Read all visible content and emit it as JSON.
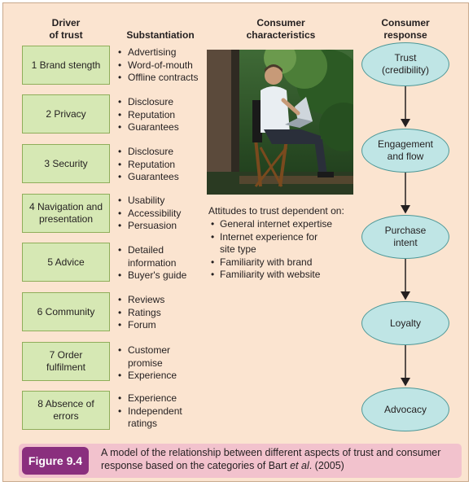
{
  "headers": {
    "driver": "Driver\nof trust",
    "substantiation": "Substantiation",
    "consumer": "Consumer\ncharacteristics",
    "response": "Consumer\nresponse"
  },
  "drivers": [
    {
      "label": "1 Brand stength",
      "items": [
        "Advertising",
        "Word-of-mouth",
        "Offline contracts"
      ]
    },
    {
      "label": "2 Privacy",
      "items": [
        "Disclosure",
        "Reputation",
        "Guarantees"
      ]
    },
    {
      "label": "3 Security",
      "items": [
        "Disclosure",
        "Reputation",
        "Guarantees"
      ]
    },
    {
      "label": "4 Navigation and\npresentation",
      "items": [
        "Usability",
        "Accessibility",
        "Persuasion"
      ]
    },
    {
      "label": "5 Advice",
      "items": [
        "Detailed\ninformation",
        "Buyer's guide"
      ]
    },
    {
      "label": "6 Community",
      "items": [
        "Reviews",
        "Ratings",
        "Forum"
      ]
    },
    {
      "label": "7 Order\nfulfilment",
      "items": [
        "Customer\npromise",
        "Experience"
      ]
    },
    {
      "label": "8 Absence of\nerrors",
      "items": [
        "Experience",
        "Independent\nratings"
      ]
    }
  ],
  "consumer": {
    "attitude_title": "Attitudes to trust dependent on:",
    "attitudes": [
      "General internet expertise",
      "Internet experience for\nsite type",
      "Familiarity with brand",
      "Familiarity with website"
    ]
  },
  "responses": [
    "Trust\n(credibility)",
    "Engagement\nand flow",
    "Purchase\nintent",
    "Loyalty",
    "Advocacy"
  ],
  "caption": {
    "label": "Figure 9.4",
    "text_before": "A model of the relationship between different aspects of trust and consumer response based on the categories of Bart ",
    "et_al": "et al",
    "text_after": ". (2005)"
  },
  "colors": {
    "background": "#fbe4d0",
    "driver_box": "#d6e8b4",
    "response_ellipse": "#bfe5e5",
    "caption_bar": "#f2c2cd",
    "figure_label": "#8a2f7e"
  }
}
